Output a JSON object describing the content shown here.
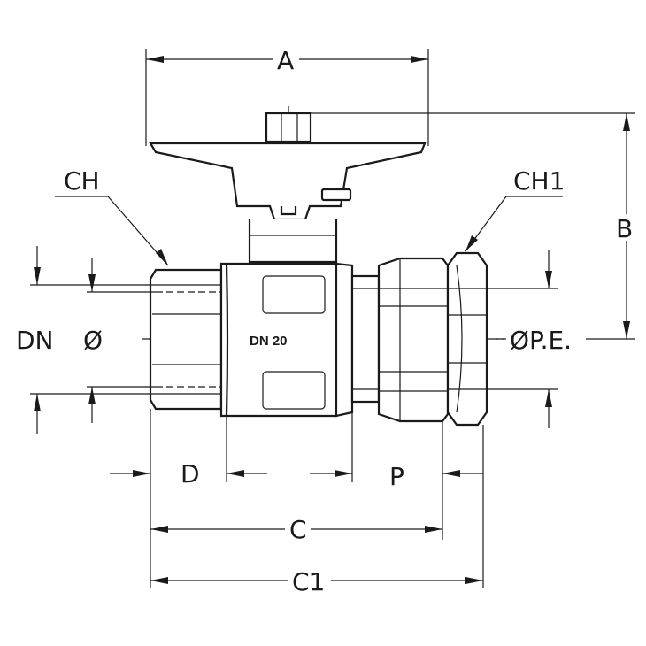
{
  "labels": {
    "a": "A",
    "b": "B",
    "ch": "CH",
    "ch1": "CH1",
    "dn": "DN",
    "diameter": "Ø",
    "ope": "ØP.E.",
    "d": "D",
    "p": "P",
    "c": "C",
    "c1": "C1",
    "body_marking": "DN  20"
  }
}
